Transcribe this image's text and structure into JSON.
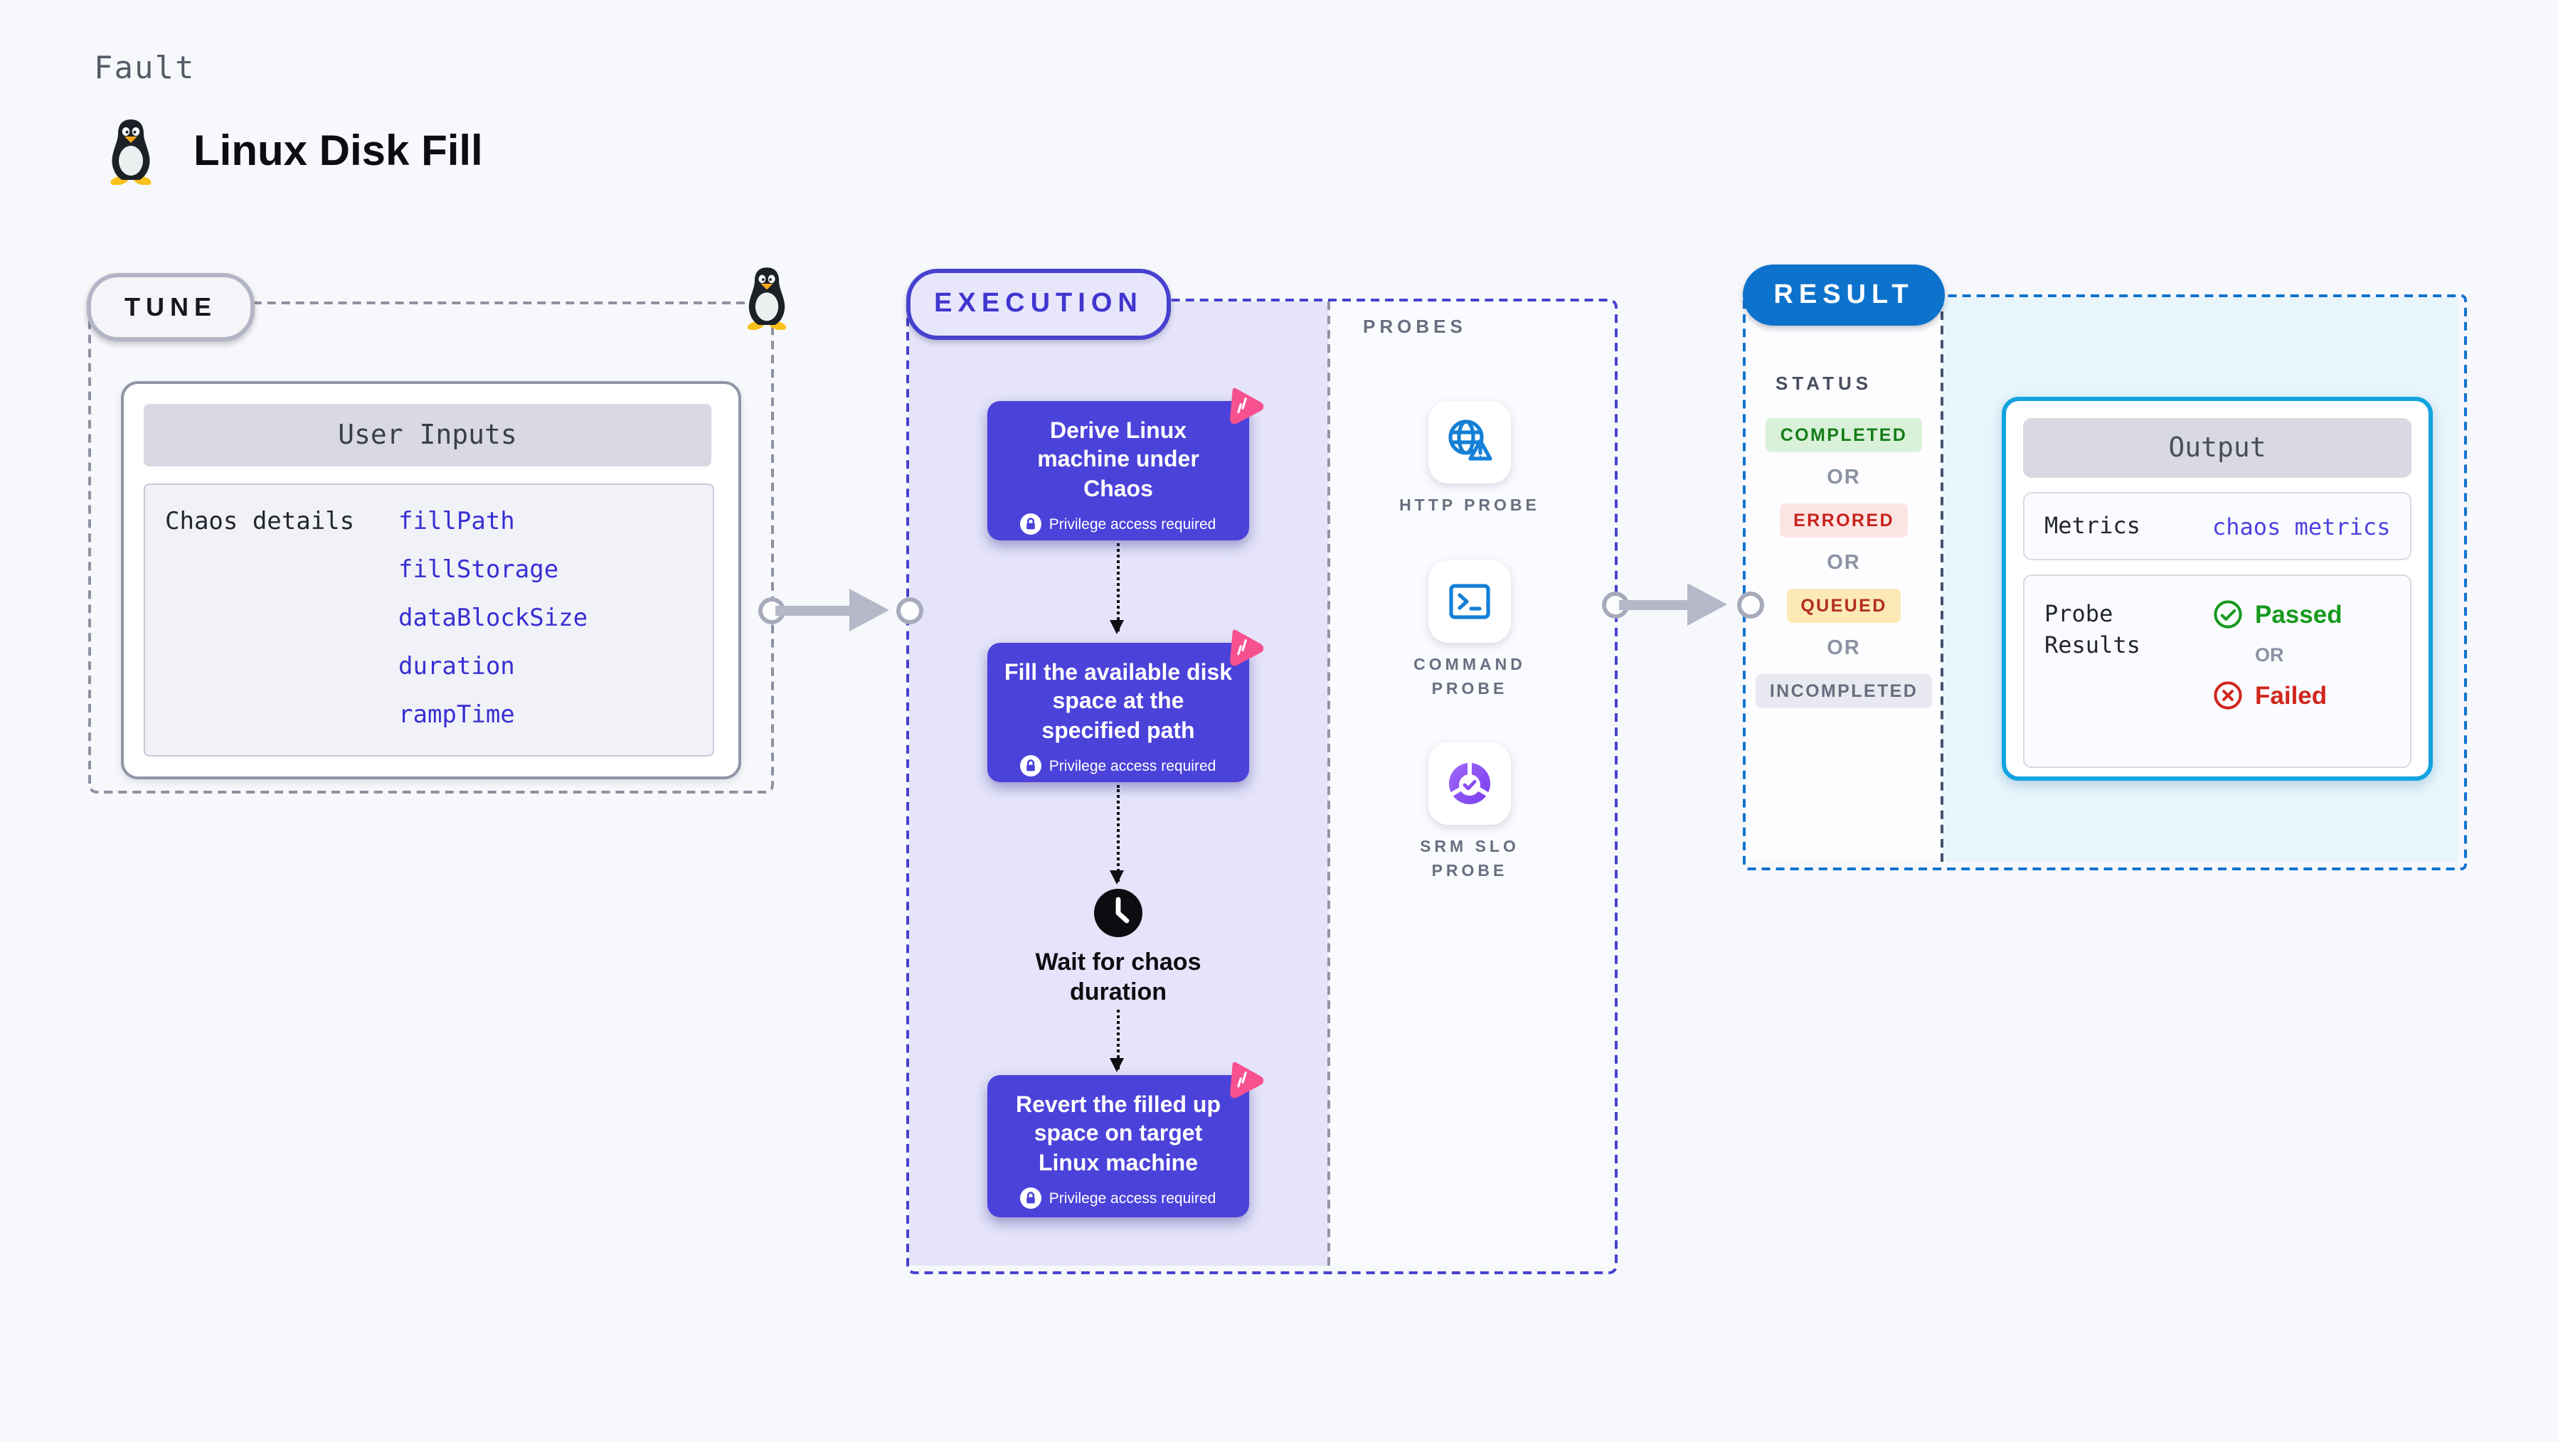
{
  "header": {
    "kicker": "Fault",
    "title": "Linux Disk Fill",
    "icon": "tux-penguin-icon"
  },
  "tune": {
    "label": "TUNE",
    "icon": "tux-penguin-icon",
    "card_title": "User Inputs",
    "row_label": "Chaos details",
    "inputs": [
      "fillPath",
      "fillStorage",
      "dataBlockSize",
      "duration",
      "rampTime"
    ]
  },
  "execution": {
    "label": "EXECUTION",
    "corner_icon": "chaos-scribble-icon",
    "steps": [
      {
        "title": "Derive Linux machine under Chaos",
        "badge": "Privilege access required",
        "badge_icon": "lock-icon"
      },
      {
        "title": "Fill the available disk space at the specified path",
        "badge": "Privilege access required",
        "badge_icon": "lock-icon"
      },
      {
        "title": "Revert the filled up space on target Linux machine",
        "badge": "Privilege access required",
        "badge_icon": "lock-icon"
      }
    ],
    "wait_icon": "clock-icon",
    "wait_label": "Wait for chaos duration"
  },
  "probes": {
    "label": "PROBES",
    "items": [
      {
        "name": "HTTP PROBE",
        "icon": "globe-alert-icon"
      },
      {
        "name": "COMMAND PROBE",
        "icon": "terminal-icon"
      },
      {
        "name": "SRM SLO PROBE",
        "icon": "slo-donut-check-icon"
      }
    ]
  },
  "result": {
    "label": "RESULT",
    "status_label": "STATUS",
    "or_label": "OR",
    "statuses": [
      {
        "text": "COMPLETED",
        "type": "completed"
      },
      {
        "text": "ERRORED",
        "type": "errored"
      },
      {
        "text": "QUEUED",
        "type": "queued"
      },
      {
        "text": "INCOMPLETED",
        "type": "incompleted"
      }
    ],
    "output": {
      "title": "Output",
      "metrics_label": "Metrics",
      "metrics_value": "chaos metrics",
      "probe_results_label": "Probe Results",
      "passed_label": "Passed",
      "passed_icon": "check-circle-icon",
      "failed_label": "Failed",
      "failed_icon": "x-circle-icon"
    }
  },
  "colors": {
    "page_bg": "#F7F8FB",
    "step_indigo": "#4B42DA",
    "execution_border": "#4741D0",
    "execution_fill": "#E5E4FA",
    "result_blue": "#0D72CB",
    "result_dash": "#1173CF",
    "output_border": "#13A3E0",
    "output_area_bg": "#E8F5FB",
    "chaos_pink": "#F7518F",
    "probe_blue": "#147FD6",
    "slo_purple": "#8A4CF2",
    "success_green": "#17991F",
    "error_red": "#D0261C",
    "queued_bg": "#FCE9B5",
    "completed_bg": "#D9F1D9",
    "tux_yellow": "#F8C11C"
  }
}
